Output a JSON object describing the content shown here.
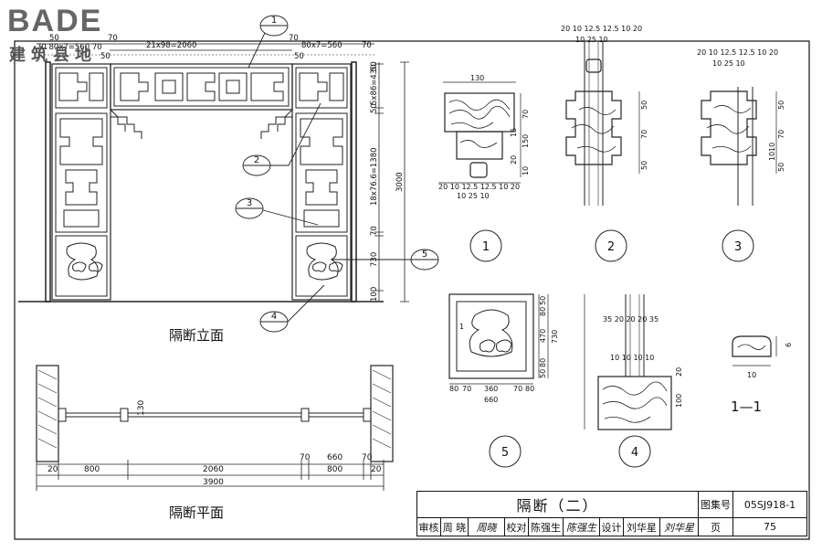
{
  "logo": {
    "brand": "BADE",
    "sub": "建筑县地"
  },
  "labels": {
    "elevation_caption": "隔断立面",
    "plan_caption": "隔断平面",
    "section_caption": "1—1",
    "section_mark": "1"
  },
  "callouts": [
    "1",
    "2",
    "3",
    "4",
    "5"
  ],
  "detail_ids": [
    "1",
    "2",
    "3",
    "5",
    "4"
  ],
  "elev_dims": {
    "top_center": "21x98=2060",
    "top_right": "80x7=560",
    "top_left_a": "50",
    "top_left_b": "70",
    "top_left_row": "70 80x7=560 70",
    "top_left_50": "50",
    "top_right_70a": "70",
    "top_right_70b": "70",
    "top_right_50": "50",
    "right_stack": [
      "50",
      "5x86=430",
      "50",
      "18x76.6=1380",
      "70",
      "730",
      "100"
    ],
    "right_total": "3000"
  },
  "plan_dims": {
    "row1": [
      "20",
      "800",
      "2060",
      "70",
      "660",
      "70"
    ],
    "row2": [
      "800",
      "20"
    ],
    "total": "3900",
    "post": "130"
  },
  "detail1": {
    "top": "130",
    "bottom": "20 10 12.5 12.5 10 20",
    "bottom2": "10 25 10",
    "side": [
      "70",
      "15",
      "150",
      "20",
      "10"
    ]
  },
  "detail2": {
    "top": "20 10 12.5 12.5 10 20",
    "top2": "10 25 10",
    "side": [
      "50",
      "70",
      "50"
    ]
  },
  "detail3": {
    "top": "20 10 12.5 12.5 10 20",
    "top2": "10 25 10",
    "side": [
      "50",
      "70",
      "10",
      "10",
      "50"
    ]
  },
  "detail5": {
    "side": [
      "50",
      "80",
      "470",
      "730",
      "80",
      "50"
    ],
    "bottom": [
      "80",
      "70",
      "360",
      "70",
      "80"
    ],
    "bottom_total": "660",
    "mark": "1"
  },
  "detail4": {
    "top": "35 20 20 20 35",
    "mid": "10 10 10 10",
    "side": [
      "20",
      "100"
    ]
  },
  "section11": {
    "w": "10",
    "h": "6"
  },
  "titleblock": {
    "title": "隔断（二）",
    "atlas_label": "图集号",
    "atlas_no": "05SJ918-1",
    "row": [
      "审核",
      "周 晓",
      "校对",
      "陈强生",
      "设计",
      "刘华星",
      "页",
      "75"
    ],
    "sigs": [
      "周晓",
      "陈强生",
      "刘华星"
    ]
  }
}
